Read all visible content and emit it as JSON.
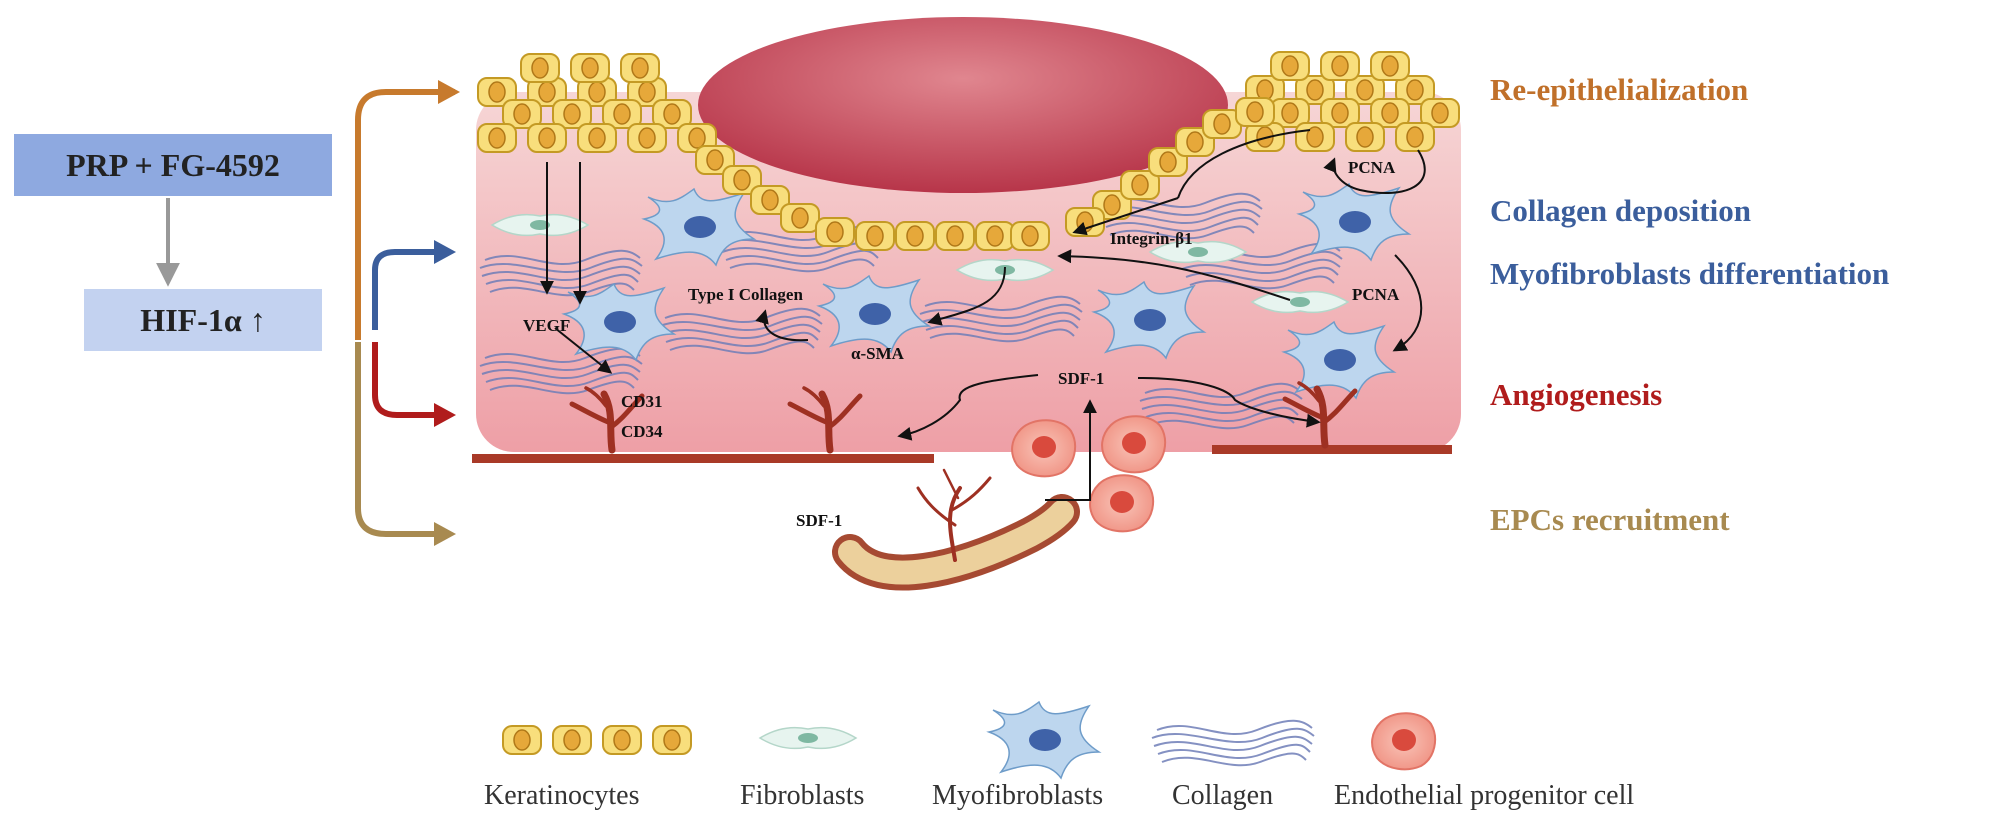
{
  "treatment": {
    "label": "PRP + FG-4592"
  },
  "pathway": {
    "label": "HIF-1α ↑"
  },
  "outcomes": [
    {
      "label": "Re-epithelialization",
      "color": "#c0702a"
    },
    {
      "label": "Collagen deposition",
      "color": "#3b5e9c"
    },
    {
      "label": "Myofibroblasts differentiation",
      "color": "#3b5e9c"
    },
    {
      "label": "Angiogenesis",
      "color": "#b01c1c"
    },
    {
      "label": "EPCs recruitment",
      "color": "#a88a50"
    }
  ],
  "markers": {
    "pcna": "PCNA",
    "integrin": "Integrin-β1",
    "type1_collagen": "Type I Collagen",
    "vegf": "VEGF",
    "asma": "α-SMA",
    "cd31": "CD31",
    "cd34": "CD34",
    "sdf1": "SDF-1"
  },
  "legend": [
    {
      "label": "Keratinocytes",
      "icon": "keratinocyte-icon"
    },
    {
      "label": "Fibroblasts",
      "icon": "fibroblast-icon"
    },
    {
      "label": "Myofibroblasts",
      "icon": "myofibroblast-icon"
    },
    {
      "label": "Collagen",
      "icon": "collagen-icon"
    },
    {
      "label": "Endothelial progenitor cell",
      "icon": "epc-icon"
    }
  ]
}
